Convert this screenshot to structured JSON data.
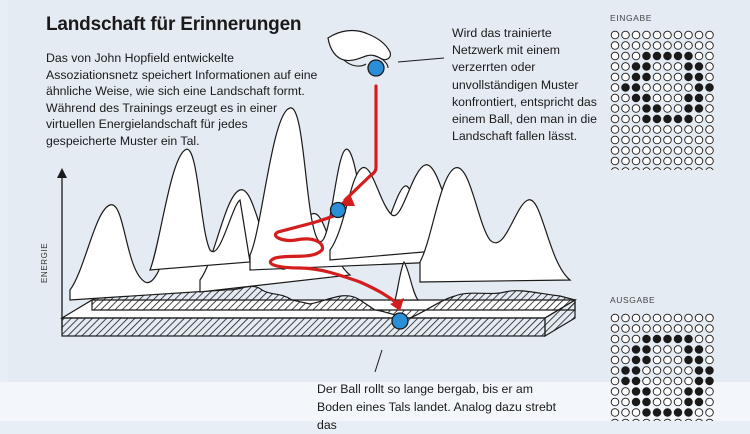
{
  "title": "Landschaft für Erinnerungen",
  "intro": "Das von John Hopfield entwickelte Assoziationsnetz speichert Informationen auf eine ähnliche Weise, wie sich eine Landschaft formt. Während des Trainings erzeugt es in einer virtuellen Energielandschaft für jedes gespeicherte Muster ein Tal.",
  "callout_top": "Wird das trainierte Netzwerk mit einem verzerrten oder unvollständigen Muster konfrontiert, entspricht das einem Ball, den man in die Landschaft fallen lässt.",
  "callout_bottom": "Der Ball rollt so lange bergab, bis er am Boden eines Tals landet. Analog dazu strebt das",
  "axis_label": "ENERGIE",
  "input_label": "EINGABE",
  "output_label": "AUSGABE",
  "colors": {
    "path": "#d41e1e",
    "ball": "#2a8fd6",
    "grid_dark": "#1a1a1a",
    "background": "#e4ebf3"
  },
  "input_pattern": [
    "0000000000",
    "0000000000",
    "0001111100",
    "0011000110",
    "0011000110",
    "0110000011",
    "0011000110",
    "0001100110",
    "0001111100",
    "0000000000",
    "0000000000",
    "0000000000",
    "0000000000",
    "0000000000"
  ],
  "output_pattern": [
    "0000000000",
    "0000000000",
    "0001111100",
    "0011000110",
    "0011000110",
    "0110000011",
    "0110000011",
    "0011000110",
    "0011000110",
    "0001111100",
    "0000000000"
  ]
}
